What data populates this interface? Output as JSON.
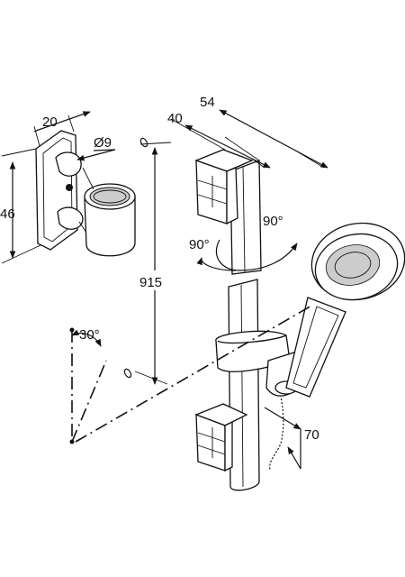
{
  "dimensions": {
    "depth": "20",
    "hole_diameter": "Ø9",
    "holder_height": "46",
    "width_outer": "54",
    "width_inner": "40",
    "rotation_right": "90°",
    "rotation_left": "90°",
    "bar_length": "915",
    "tilt_angle": "30°",
    "hose_offset": "70"
  },
  "colors": {
    "line": "#111111",
    "fill": "#ffffff",
    "highlight": "#cccccc"
  }
}
